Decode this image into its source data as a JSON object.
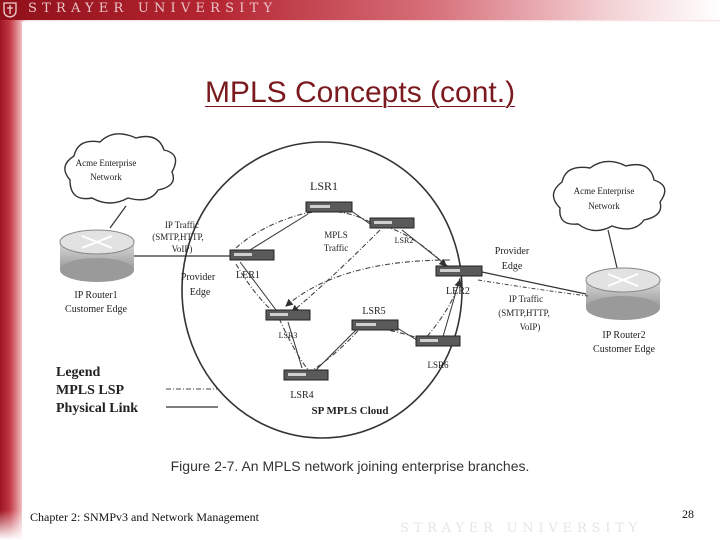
{
  "brand": {
    "top": "STRAYER UNIVERSITY",
    "bottom": "STRAYER UNIVERSITY",
    "accent": "#9c1420"
  },
  "slide": {
    "title": "MPLS Concepts (cont.)",
    "caption": "Figure 2-7. An MPLS network joining enterprise branches.",
    "footer": "Chapter 2: SNMPv3 and Network Management",
    "page_number": "28"
  },
  "diagram": {
    "cloud_left_line1": "Acme Enterprise",
    "cloud_left_line2": "Network",
    "cloud_right_line1": "Acme Enterprise",
    "cloud_right_line2": "Network",
    "router_left_line1": "IP Router1",
    "router_left_line2": "Customer Edge",
    "router_right_line1": "IP Router2",
    "router_right_line2": "Customer Edge",
    "ip_traffic_left_line1": "IP Traffic",
    "ip_traffic_left_line2": "(SMTP,HTTP,",
    "ip_traffic_left_line3": "VoIP)",
    "ip_traffic_right_line1": "IP Traffic",
    "ip_traffic_right_line2": "(SMTP,HTTP,",
    "ip_traffic_right_line3": "VoIP)",
    "provider_edge_left_line1": "Provider",
    "provider_edge_left_line2": "Edge",
    "provider_edge_right_line1": "Provider",
    "provider_edge_right_line2": "Edge",
    "mpls_traffic_line1": "MPLS",
    "mpls_traffic_line2": "Traffic",
    "lsr1": "LSR1",
    "lsr2": "LSR2",
    "lsr3": "LSR3",
    "lsr4": "LSR4",
    "lsr5": "LSR5",
    "lsr6": "LSR6",
    "ler1": "LER1",
    "ler2": "LER2",
    "sp_cloud": "SP MPLS Cloud",
    "legend_title": "Legend",
    "legend_mpls_lsp": "MPLS LSP",
    "legend_physical_link": "Physical Link"
  }
}
